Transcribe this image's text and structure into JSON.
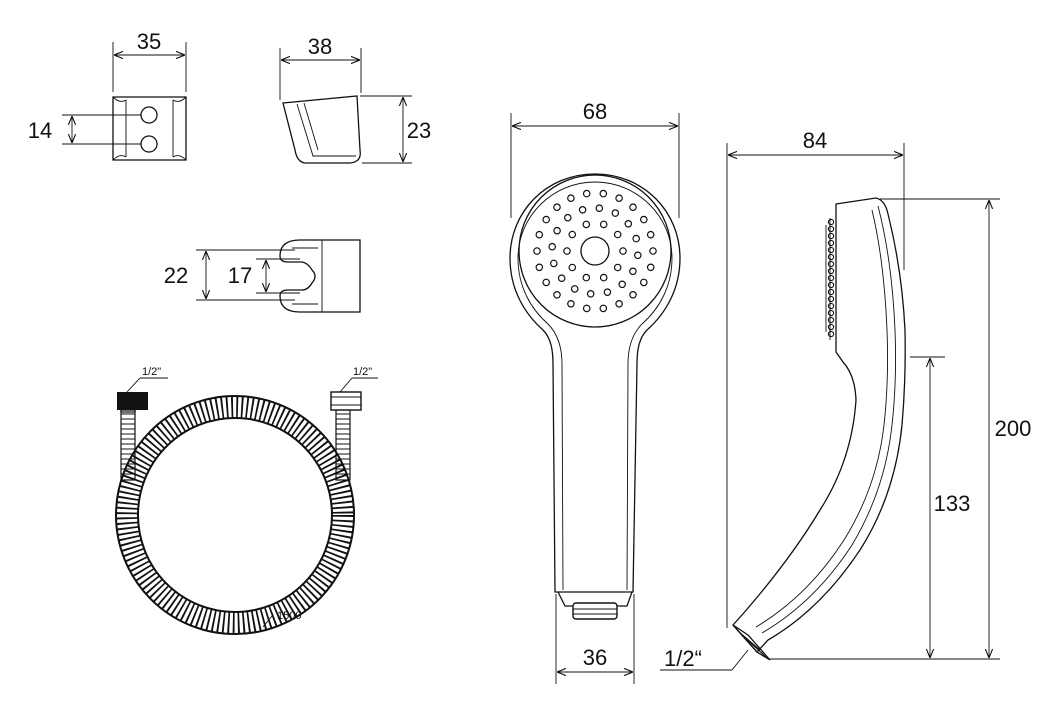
{
  "dimensions": {
    "holder_width": "35",
    "holder_hole_spacing": "14",
    "holder_side_width": "38",
    "holder_side_height": "23",
    "clip_outer": "22",
    "clip_inner": "17",
    "hose_left_thread": "1/2\"",
    "hose_right_thread": "1/2\"",
    "hose_length": "1500",
    "head_width": "68",
    "handle_end_width": "36",
    "side_depth": "84",
    "overall_length": "200",
    "handle_length": "133",
    "side_thread": "1/2“"
  }
}
